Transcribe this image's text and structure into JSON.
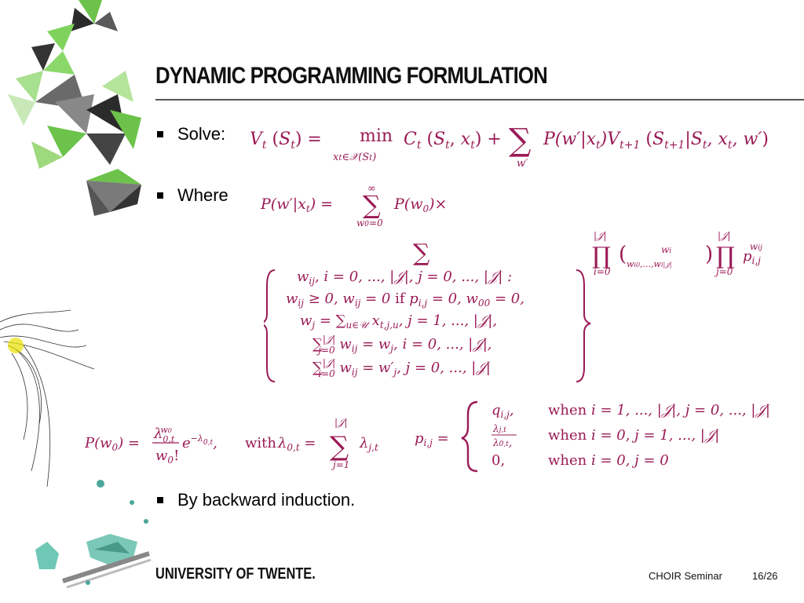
{
  "slide": {
    "title": "DYNAMIC PROGRAMMING FORMULATION",
    "bullets": {
      "solve": "Solve:",
      "where": "Where",
      "induction": "By backward induction."
    }
  },
  "equations": {
    "bellman_lhs": "V",
    "bellman": "Vt (St) = min_{xt∈X(St)} Ct (St, xt) + Σ_{w′} P(w′|xt) Vt+1 (St+1|St, xt, w′)",
    "transition": "P(w′|xt) = Σ_{w0=0}^{∞} P(w0) ×",
    "sum_set": "Σ { wij, i=0,...,|J|, j=0,...,|J| : wij ≥ 0, wij = 0 if pi,j = 0, w00 = 0, wj = Σ_{u∈U} xt,j,u, j = 1,...,|J|, Σ_{j=0}^{|J|} wij = wj, i = 0,...,|J|, Σ_{i=0}^{|J|} wij = w′j, j = 0,...,|J| }",
    "multinomial": "Π_{i=0}^{|J|} ( wi choose wi0,...,wi|J| ) Π_{j=0}^{|J|} pi,j^{wij}",
    "poisson": "P(w0) = λ0,t^{w0} / w0! · e^{−λ0,t},   with λ0,t = Σ_{j=1}^{|J|} λj,t",
    "pij_cases": [
      {
        "value": "qi,j,",
        "condition": "when i = 1,...,|J|, j = 0,...,|J|"
      },
      {
        "value": "λj,t / λ0,t,",
        "condition": "when i = 0, j = 1,...,|J|"
      },
      {
        "value": "0,",
        "condition": "when i = 0, j = 0"
      }
    ]
  },
  "footer": {
    "university": "UNIVERSITY OF TWENTE.",
    "seminar": "CHOIR Seminar",
    "page": "16/26"
  },
  "colors": {
    "math": "#9a1a55",
    "deco_green": "#6cc24a",
    "deco_dark": "#2b2b2b",
    "deco_teal": "#4aa89a",
    "rule": "#555555"
  }
}
